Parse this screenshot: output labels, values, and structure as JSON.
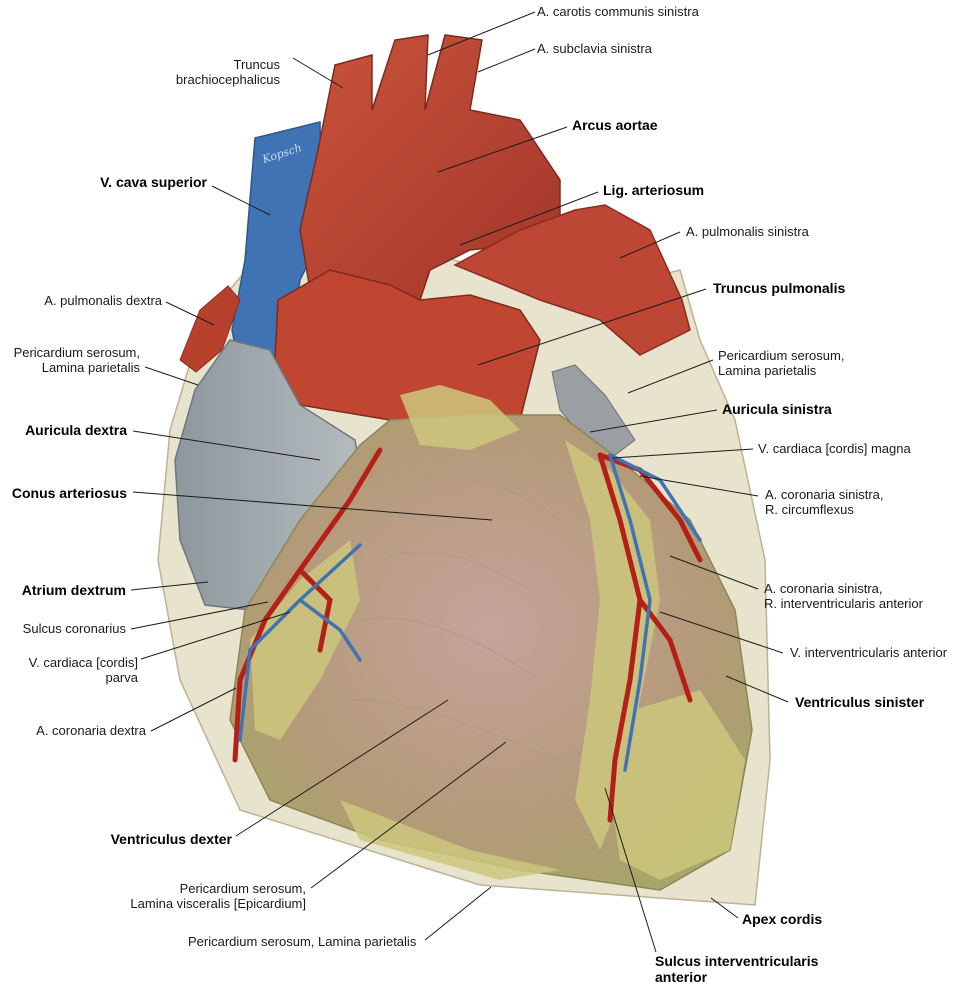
{
  "labels": {
    "carotis": "A. carotis communis sinistra",
    "subclavia": "A. subclavia sinistra",
    "truncus_brachio_1": "Truncus",
    "truncus_brachio_2": "brachiocephalicus",
    "arcus": "Arcus aortae",
    "vcava": "V. cava superior",
    "lig": "Lig. arteriosum",
    "pulm_sin": "A. pulmonalis sinistra",
    "pulm_dex": "A. pulmonalis dextra",
    "truncus_pulm": "Truncus pulmonalis",
    "peri_left_1": "Pericardium serosum,",
    "peri_left_2": "Lamina parietalis",
    "peri_right_1": "Pericardium serosum,",
    "peri_right_2": "Lamina parietalis",
    "auric_sin": "Auricula sinistra",
    "auric_dex": "Auricula dextra",
    "vcard_magna": "V. cardiaca [cordis] magna",
    "conus": "Conus arteriosus",
    "cor_sin_circ_1": "A. coronaria sinistra,",
    "cor_sin_circ_2": "R. circumflexus",
    "atrium": "Atrium dextrum",
    "cor_sin_iv_1": "A. coronaria sinistra,",
    "cor_sin_iv_2": "R. interventricularis anterior",
    "sulcus_cor": "Sulcus coronarius",
    "v_iv_ant": "V. interventricularis anterior",
    "vcard_parva_1": "V. cardiaca [cordis]",
    "vcard_parva_2": "parva",
    "vent_sin": "Ventriculus sinister",
    "cor_dex": "A. coronaria dextra",
    "vent_dex": "Ventriculus dexter",
    "epi_1": "Pericardium serosum,",
    "epi_2": "Lamina visceralis [Epicardium]",
    "apex": "Apex cordis",
    "peri_bottom": "Pericardium serosum, Lamina parietalis",
    "sulcus_iv_1": "Sulcus interventricularis",
    "sulcus_iv_2": "anterior",
    "vessel_inscription": "Kopsch"
  },
  "colors": {
    "aorta": "#b8412e",
    "vein": "#3f73b3",
    "fat": "#c9c37a",
    "muscle": "#b98f88",
    "atrium": "#9aa3a8",
    "pericardium": "#e4e0c8"
  }
}
